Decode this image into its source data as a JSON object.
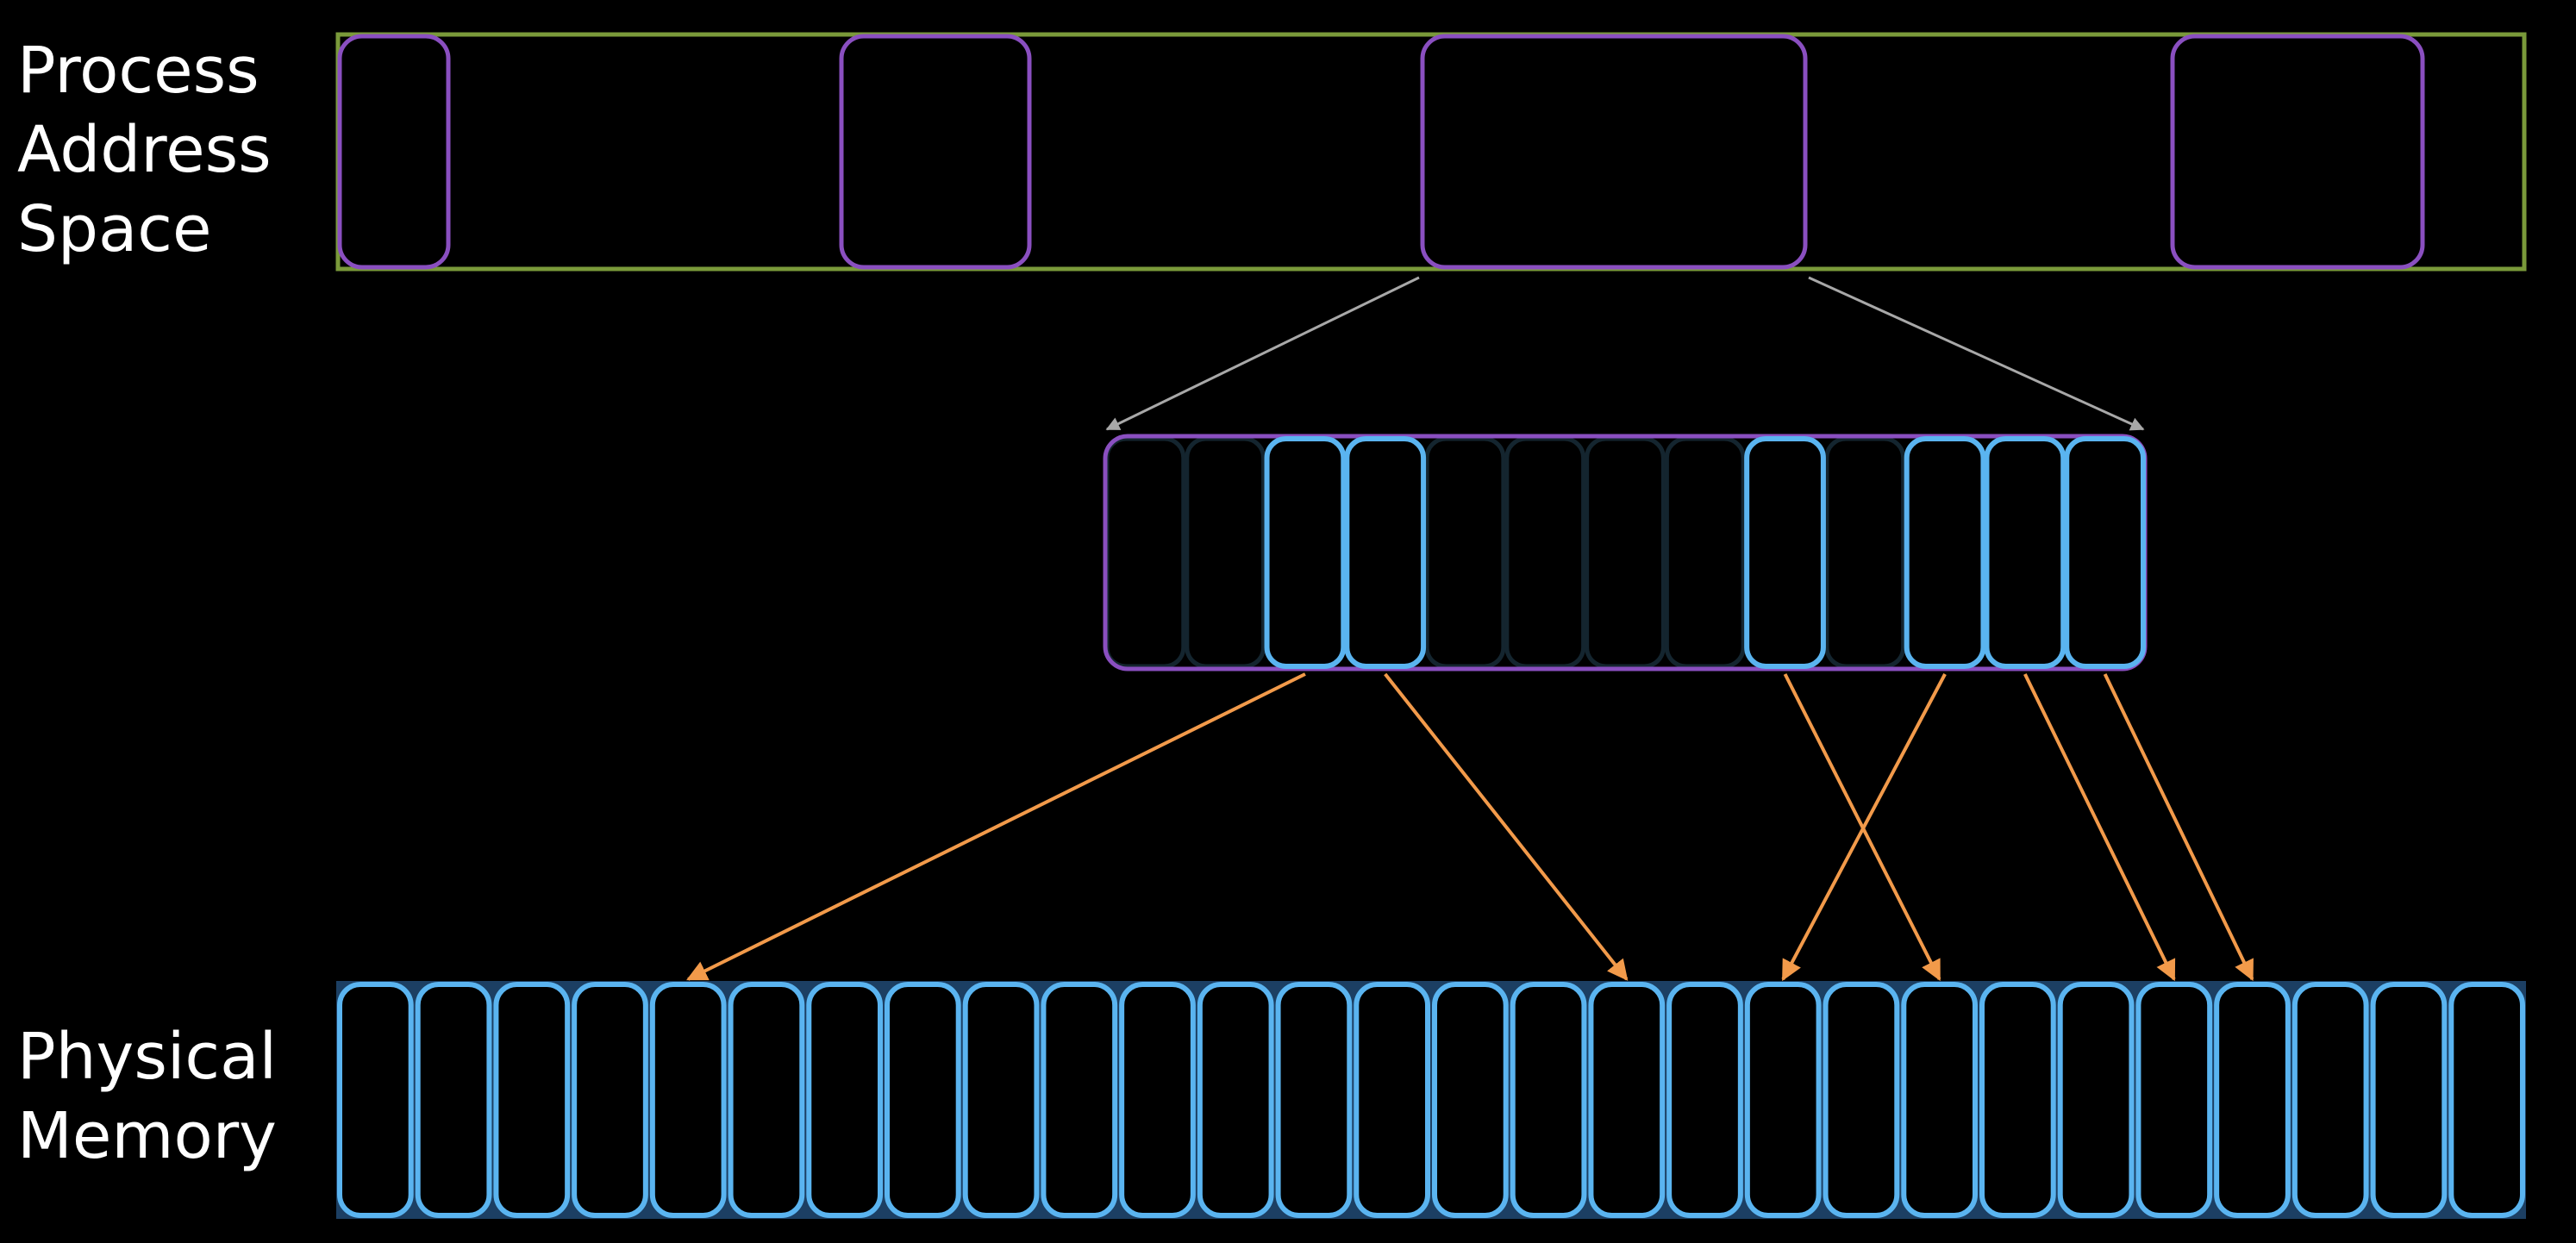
{
  "labels": {
    "process_address_space": "Process\nAddress\nSpace",
    "physical_memory": "Physical\nMemory"
  },
  "colors": {
    "background": "#000000",
    "address_space_border": "#7a9a3a",
    "region_border": "#8a4fc0",
    "page_active": "#5ab4f0",
    "page_inactive": "#14252f",
    "physical_fill": "#1c3f63",
    "zoom_arrow": "#a8a8a8",
    "mapping_arrow": "#f29a4a"
  },
  "diagram": {
    "address_space_region_count": 4,
    "expanded_region_index": 2,
    "virtual_page_count": 13,
    "resident_virtual_pages": [
      2,
      3,
      8,
      10,
      11,
      12
    ],
    "physical_page_count": 28,
    "mappings": [
      {
        "virtual_page": 2,
        "physical_page": 4
      },
      {
        "virtual_page": 3,
        "physical_page": 16
      },
      {
        "virtual_page": 8,
        "physical_page": 20
      },
      {
        "virtual_page": 10,
        "physical_page": 18
      },
      {
        "virtual_page": 11,
        "physical_page": 23
      },
      {
        "virtual_page": 12,
        "physical_page": 24
      }
    ]
  }
}
